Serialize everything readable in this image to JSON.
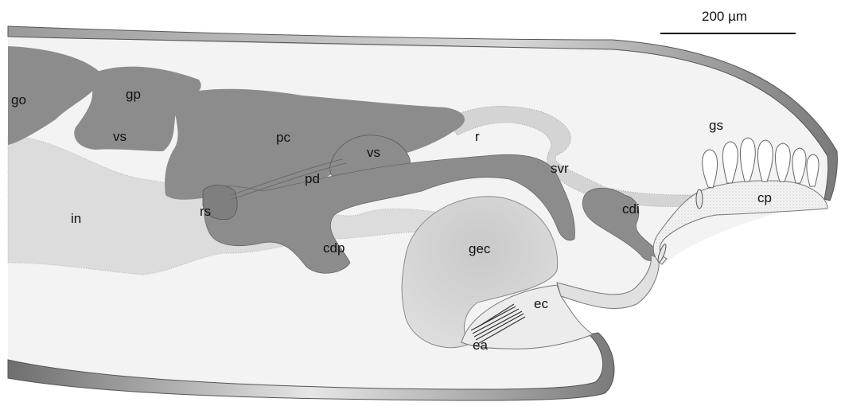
{
  "scale_bar": {
    "label": "200 µm"
  },
  "labels": {
    "go": "go",
    "gp": "gp",
    "vs_left": "vs",
    "pc": "pc",
    "vs_right": "vs",
    "pd": "pd",
    "rs": "rs",
    "r": "r",
    "svr": "svr",
    "gs": "gs",
    "cp": "cp",
    "in": "in",
    "cdi": "cdi",
    "cdp": "cdp",
    "gec": "gec",
    "ec": "ec",
    "ea": "ea"
  },
  "colors": {
    "body_fill": "#f2f2f2",
    "organ_dark": "#8a8a8a",
    "organ_mid": "#bdbdbd",
    "organ_light": "#d9d9d9",
    "outline": "#555555"
  }
}
